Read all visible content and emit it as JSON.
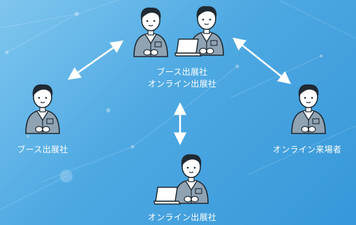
{
  "nodes": {
    "top": {
      "line1": "ブース出展社",
      "line2": "オンライン出展社"
    },
    "left": {
      "label": "ブース出展社"
    },
    "right": {
      "label": "オンライン来場者"
    },
    "bottom": {
      "label": "オンライン出展社"
    }
  },
  "colors": {
    "background_start": "#7fc6ef",
    "background_end": "#3797d9",
    "arrow": "#ffffff",
    "jacket": "#8fa3b3",
    "hair": "#1f2a33",
    "outline": "#1f2a33",
    "laptop": "#ffffff"
  },
  "icons": [
    "worker-icon",
    "laptop-icon",
    "bidirectional-arrow-icon"
  ]
}
